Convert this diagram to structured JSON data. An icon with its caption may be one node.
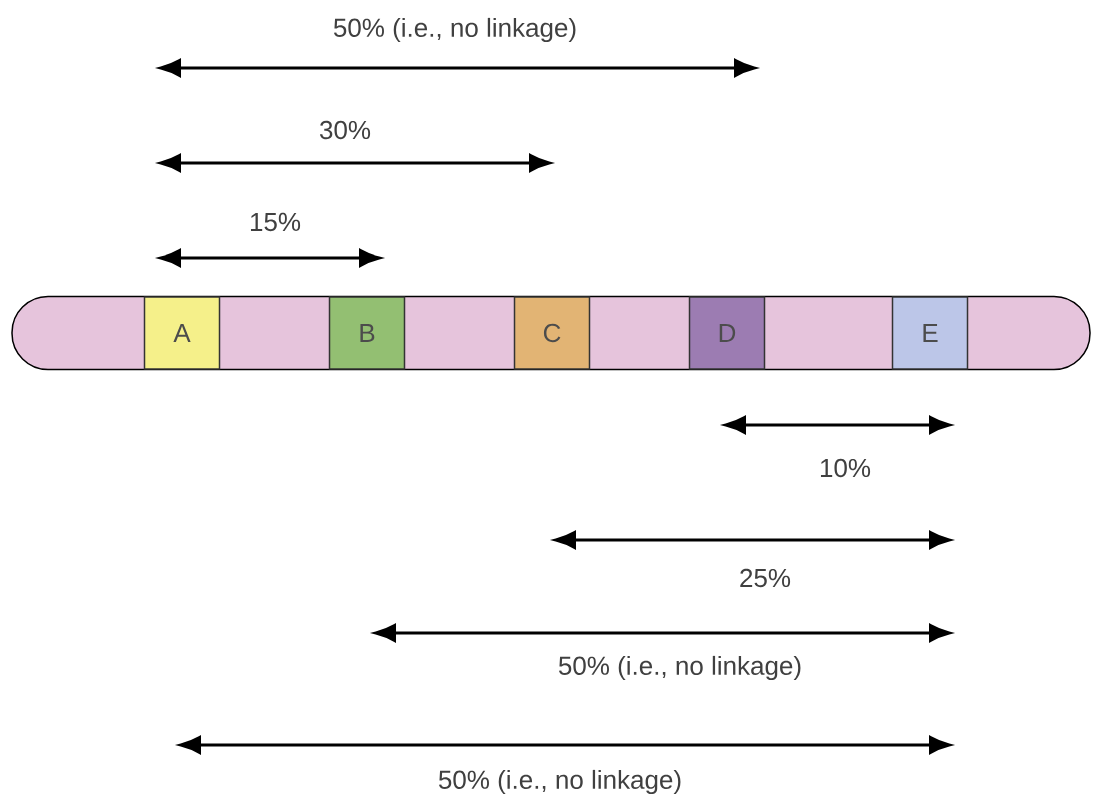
{
  "diagram": {
    "nodes": [
      {
        "text": [],
        "shape": "bar"
      },
      {
        "text": [
          "A"
        ],
        "in": 0
      },
      {
        "text": [
          "B"
        ],
        "in": 0
      },
      {
        "text": [
          "C"
        ],
        "in": 0
      },
      {
        "text": [
          "D"
        ],
        "in": 0
      },
      {
        "text": [
          "E"
        ],
        "in": 0
      }
    ],
    "labels": [
      "50% (i.e., no linkage)",
      "30%",
      "15%",
      "10%",
      "25%",
      "50% (i.e., no linkage)",
      "50% (i.e., no linkage)"
    ]
  }
}
